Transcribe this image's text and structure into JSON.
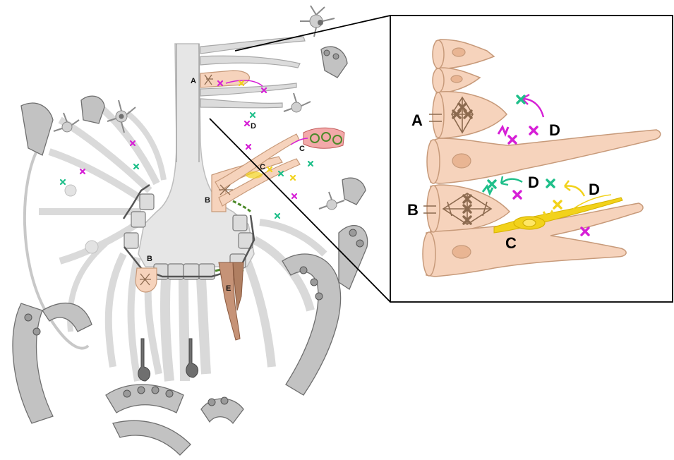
{
  "colors": {
    "glia_gray": "#d6d6d6",
    "glia_outline": "#a8a8a8",
    "dark_gray": "#8a8a8a",
    "cell_peach": "#f6d3bc",
    "cell_outline": "#c79a7a",
    "nucleus": "#e9b593",
    "spindle_brown": "#8c6a4f",
    "junction_green": "#4d8a2a",
    "brown_cell": "#c69377",
    "magenta": "#d61fd6",
    "teal": "#1fbf8a",
    "yellow": "#f2d21b"
  },
  "overview": {
    "labels": {
      "a": "A",
      "b_upper": "B",
      "b_lower": "B",
      "c_upper": "C",
      "c_lower": "C",
      "d": "D",
      "e": "E"
    }
  },
  "inset": {
    "labels": {
      "a": "A",
      "b": "B",
      "c": "C",
      "d_top": "D",
      "d_mid": "D",
      "d_right": "D"
    }
  }
}
